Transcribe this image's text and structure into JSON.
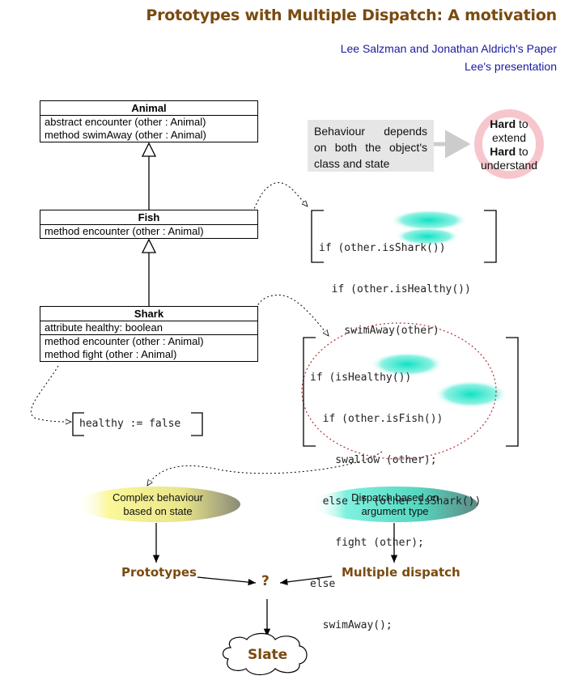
{
  "title": "Prototypes with Multiple Dispatch: A motivation",
  "links": [
    "Lee Salzman and Jonathan Aldrich's Paper",
    "Lee's presentation"
  ],
  "classes": {
    "animal": {
      "name": "Animal",
      "members": [
        "abstract encounter (other : Animal)",
        "method swimAway (other : Animal)"
      ]
    },
    "fish": {
      "name": "Fish",
      "members": [
        "method encounter (other : Animal)"
      ]
    },
    "shark": {
      "name": "Shark",
      "attributes": [
        "attribute healthy: boolean"
      ],
      "members": [
        "method encounter (other :  Animal)",
        "method fight (other : Animal)"
      ]
    }
  },
  "note": "Behaviour depends on both the object's class and state",
  "hard_badge": {
    "line1_bold": "Hard",
    "line1_rest": " to",
    "line2": "extend",
    "line3_bold": "Hard",
    "line3_rest": " to",
    "line4": "understand"
  },
  "fish_code": [
    "if (other.isShark())",
    "  if (other.isHealthy())",
    "    swimAway(other)"
  ],
  "shark_code": [
    "if (isHealthy())",
    "  if (other.isFish())",
    "    swallow (other);",
    "  else if (other.isShark())",
    "    fight (other);",
    "else",
    "  swimAway();"
  ],
  "healthy_code": "healthy := false",
  "bubbles": {
    "state": [
      "Complex behaviour",
      "based on state"
    ],
    "dispatch": [
      "Dispatch based on",
      "argument type"
    ]
  },
  "prototypes": "Prototypes",
  "multiple_dispatch": "Multiple dispatch",
  "question": "?",
  "slate": "Slate",
  "colors": {
    "title": "#7a4a0f",
    "link": "#1a1aa0",
    "teal": "#2ee6c8",
    "yellow": "#f5f08a",
    "pink": "#f7c6cc"
  }
}
